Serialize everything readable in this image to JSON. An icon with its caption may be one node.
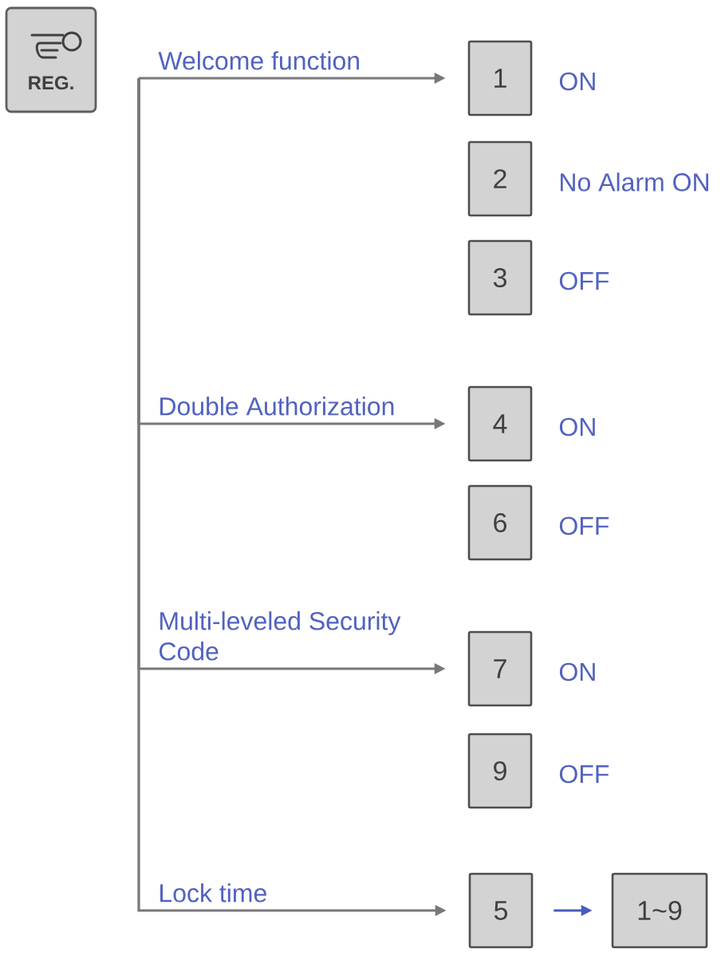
{
  "diagram": {
    "nodes": [
      {
        "text": [
          "REG."
        ]
      },
      {
        "text": [
          "1"
        ],
        "beside": [
          "ON"
        ]
      },
      {
        "text": [
          "2"
        ],
        "beside": [
          "No Alarm ON"
        ]
      },
      {
        "text": [
          "3"
        ],
        "beside": [
          "OFF"
        ]
      },
      {
        "text": [
          "4"
        ],
        "beside": [
          "ON"
        ]
      },
      {
        "text": [
          "6"
        ],
        "beside": [
          "OFF"
        ]
      },
      {
        "text": [
          "7"
        ],
        "beside": [
          "ON"
        ]
      },
      {
        "text": [
          "9"
        ],
        "beside": [
          "OFF"
        ]
      },
      {
        "text": [
          "5"
        ]
      },
      {
        "text": [
          "1~9"
        ]
      }
    ],
    "edges": [
      {
        "from": null,
        "to": 1,
        "arrow": "to",
        "label": "Welcome function"
      },
      {
        "from": null,
        "to": 4,
        "arrow": "to",
        "label": "Double Authorization"
      },
      {
        "from": null,
        "to": 6,
        "arrow": "to",
        "label": "Multi-leveled Security Code"
      },
      {
        "from": null,
        "to": 8,
        "arrow": "to",
        "label": "Lock time"
      },
      {
        "from": 8,
        "to": 9,
        "arrow": "to",
        "color": "#4a5bc2"
      }
    ]
  }
}
